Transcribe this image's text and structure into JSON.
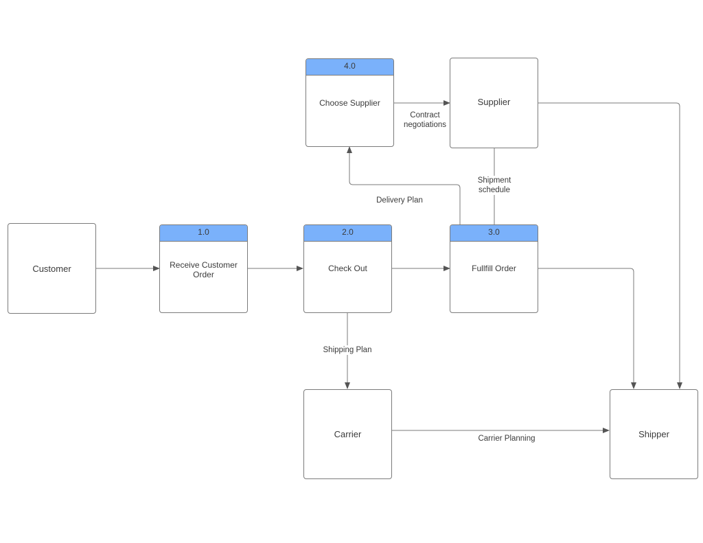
{
  "entities": {
    "customer": "Customer",
    "supplier": "Supplier",
    "carrier": "Carrier",
    "shipper": "Shipper"
  },
  "processes": {
    "p1": {
      "id": "1.0",
      "label": "Receive Customer Order"
    },
    "p2": {
      "id": "2.0",
      "label": "Check Out"
    },
    "p3": {
      "id": "3.0",
      "label": "Fullfill Order"
    },
    "p4": {
      "id": "4.0",
      "label": "Choose Supplier"
    }
  },
  "flows": {
    "contract": "Contract negotiations",
    "shipment": "Shipment schedule",
    "delivery": "Delivery Plan",
    "shipping": "Shipping Plan",
    "carrier_planning": "Carrier Planning"
  },
  "colors": {
    "process_header": "#7ab1fb",
    "stroke": "#7a7a7a"
  }
}
